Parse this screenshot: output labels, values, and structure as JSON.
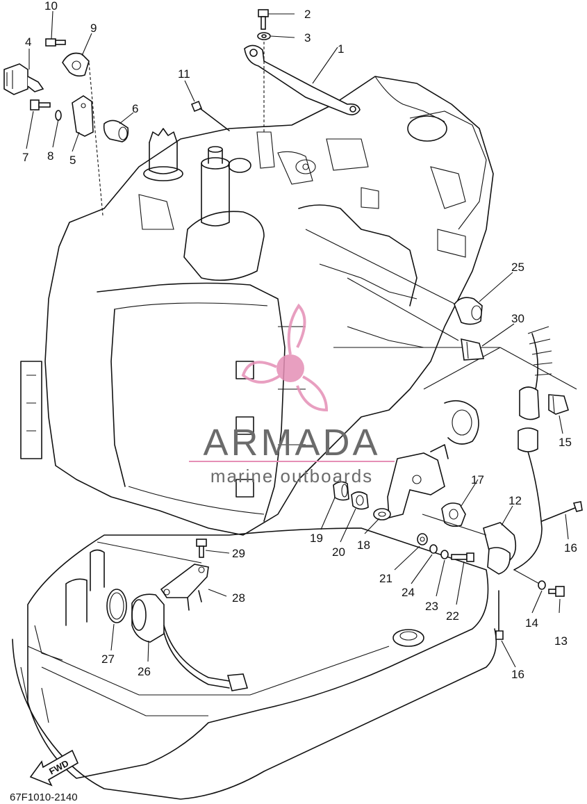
{
  "callouts": [
    {
      "label": "1"
    },
    {
      "label": "2"
    },
    {
      "label": "3"
    },
    {
      "label": "4"
    },
    {
      "label": "5"
    },
    {
      "label": "6"
    },
    {
      "label": "7"
    },
    {
      "label": "8"
    },
    {
      "label": "9"
    },
    {
      "label": "10"
    },
    {
      "label": "11"
    },
    {
      "label": "12"
    },
    {
      "label": "13"
    },
    {
      "label": "14"
    },
    {
      "label": "15"
    },
    {
      "label": "16"
    },
    {
      "label": "16"
    },
    {
      "label": "17"
    },
    {
      "label": "18"
    },
    {
      "label": "19"
    },
    {
      "label": "20"
    },
    {
      "label": "21"
    },
    {
      "label": "22"
    },
    {
      "label": "23"
    },
    {
      "label": "24"
    },
    {
      "label": "25"
    },
    {
      "label": "26"
    },
    {
      "label": "27"
    },
    {
      "label": "28"
    },
    {
      "label": "29"
    },
    {
      "label": "30"
    }
  ],
  "watermark": {
    "brand": "ARMADA",
    "tagline": "marine outboards",
    "logo_color": "#e58fb6",
    "text_color": "#6b6b6b"
  },
  "direction_marker": "FWD",
  "diagram_code": "67F1010-2140"
}
